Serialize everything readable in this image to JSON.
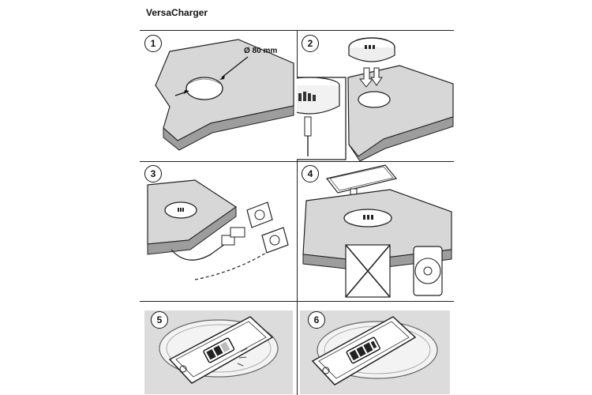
{
  "document": {
    "title": "VersaCharger"
  },
  "steps": [
    {
      "number": "1",
      "dimension_label": "Ø 80 mm"
    },
    {
      "number": "2"
    },
    {
      "number": "3"
    },
    {
      "number": "4"
    },
    {
      "number": "5"
    },
    {
      "number": "6"
    }
  ],
  "colors": {
    "surface": "#d6d6d6",
    "surface_side": "#9a9a9a",
    "line": "#222222",
    "photo_bg": "#dcdcdc"
  }
}
